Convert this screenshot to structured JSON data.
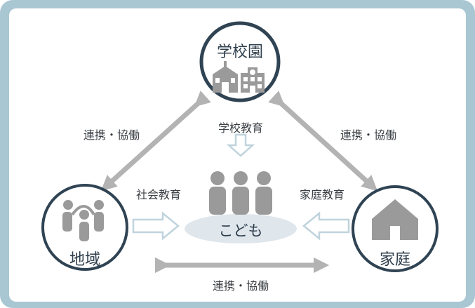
{
  "nodes": {
    "school": "学校園",
    "community": "地域",
    "home": "家庭",
    "child": "こども"
  },
  "edges": {
    "school_community": "連携・協働",
    "school_home": "連携・協働",
    "community_home": "連携・協働",
    "school_education": "学校教育",
    "social_education": "社会教育",
    "home_education": "家庭教育"
  },
  "colors": {
    "frame": "#a9c6d3",
    "circle_stroke": "#2f4353",
    "arrow_gray": "#b3b3b3",
    "icon_gray": "#9a9a9a",
    "ellipse": "#dfe6ec",
    "hollow_arrow_stroke": "#bfd3dd"
  },
  "icons": {
    "school": "school-building-icon",
    "community": "people-joining-hands-icon",
    "home": "house-icon",
    "child": "children-group-icon"
  }
}
